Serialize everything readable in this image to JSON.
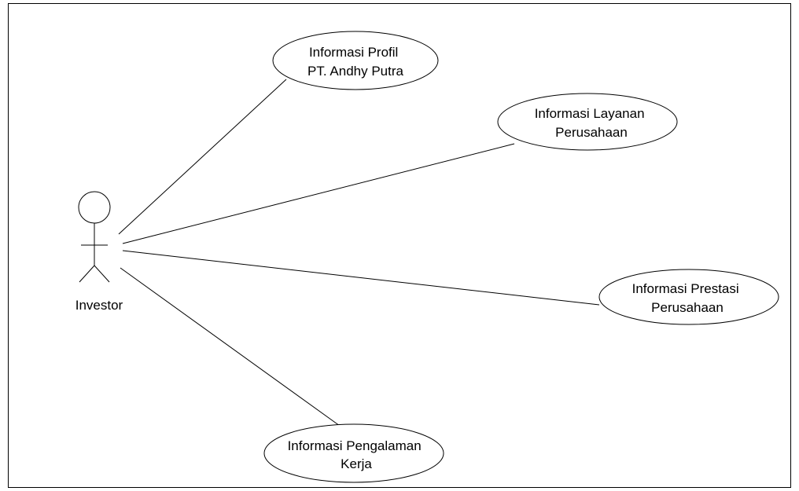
{
  "diagram": {
    "type": "use-case",
    "actor": {
      "name": "Investor"
    },
    "use_cases": [
      {
        "id": "uc-profil",
        "lines": [
          "Informasi Profil",
          "PT. Andhy Putra"
        ]
      },
      {
        "id": "uc-layanan",
        "lines": [
          "Informasi Layanan",
          "Perusahaan"
        ]
      },
      {
        "id": "uc-prestasi",
        "lines": [
          "Informasi Prestasi",
          "Perusahaan"
        ]
      },
      {
        "id": "uc-pengalaman",
        "lines": [
          "Informasi Pengalaman",
          "Kerja"
        ]
      }
    ],
    "associations": [
      {
        "from": "Investor",
        "to": "uc-profil"
      },
      {
        "from": "Investor",
        "to": "uc-layanan"
      },
      {
        "from": "Investor",
        "to": "uc-prestasi"
      },
      {
        "from": "Investor",
        "to": "uc-pengalaman"
      }
    ],
    "colors": {
      "stroke": "#000000",
      "background": "#ffffff"
    }
  }
}
